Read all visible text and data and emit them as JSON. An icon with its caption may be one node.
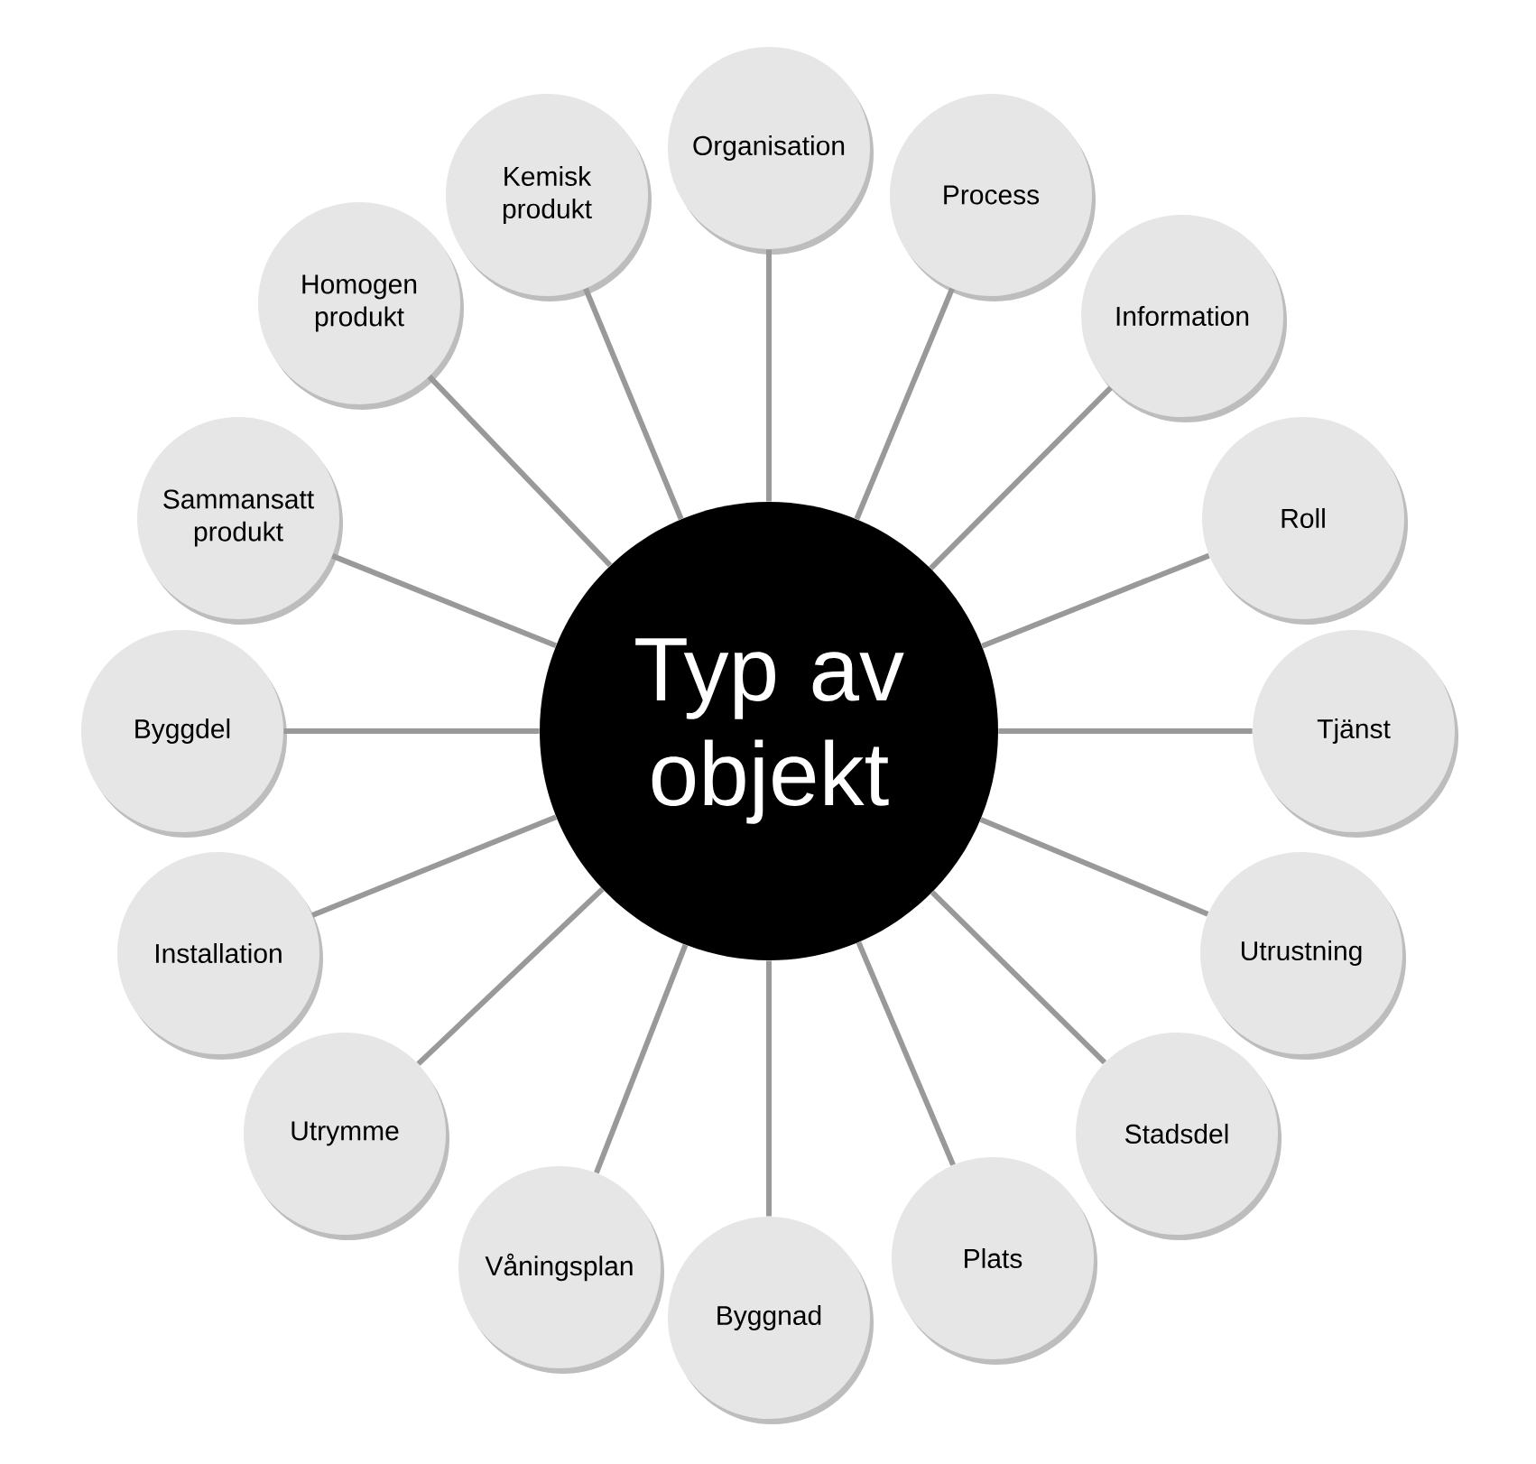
{
  "diagram": {
    "nodes": [
      {
        "text": [
          "Typ av objekt"
        ]
      },
      {
        "text": [
          "Organisation"
        ]
      },
      {
        "text": [
          "Process"
        ]
      },
      {
        "text": [
          "Information"
        ]
      },
      {
        "text": [
          "Roll"
        ]
      },
      {
        "text": [
          "Tjänst"
        ]
      },
      {
        "text": [
          "Utrustning"
        ]
      },
      {
        "text": [
          "Stadsdel"
        ]
      },
      {
        "text": [
          "Plats"
        ]
      },
      {
        "text": [
          "Byggnad"
        ]
      },
      {
        "text": [
          "Våningsplan"
        ]
      },
      {
        "text": [
          "Utrymme"
        ]
      },
      {
        "text": [
          "Installation"
        ]
      },
      {
        "text": [
          "Byggdel"
        ]
      },
      {
        "text": [
          "Sammansatt produkt"
        ]
      },
      {
        "text": [
          "Homogen produkt"
        ]
      },
      {
        "text": [
          "Kemisk produkt"
        ]
      }
    ],
    "edges": [
      {
        "from": 0,
        "to": 1,
        "arrow": "none"
      },
      {
        "from": 0,
        "to": 2,
        "arrow": "none"
      },
      {
        "from": 0,
        "to": 3,
        "arrow": "none"
      },
      {
        "from": 0,
        "to": 4,
        "arrow": "none"
      },
      {
        "from": 0,
        "to": 5,
        "arrow": "none"
      },
      {
        "from": 0,
        "to": 6,
        "arrow": "none"
      },
      {
        "from": 0,
        "to": 7,
        "arrow": "none"
      },
      {
        "from": 0,
        "to": 8,
        "arrow": "none"
      },
      {
        "from": 0,
        "to": 9,
        "arrow": "none"
      },
      {
        "from": 0,
        "to": 10,
        "arrow": "none"
      },
      {
        "from": 0,
        "to": 11,
        "arrow": "none"
      },
      {
        "from": 0,
        "to": 12,
        "arrow": "none"
      },
      {
        "from": 0,
        "to": 13,
        "arrow": "none"
      },
      {
        "from": 0,
        "to": 14,
        "arrow": "none"
      },
      {
        "from": 0,
        "to": 15,
        "arrow": "none"
      },
      {
        "from": 0,
        "to": 16,
        "arrow": "none"
      }
    ]
  }
}
